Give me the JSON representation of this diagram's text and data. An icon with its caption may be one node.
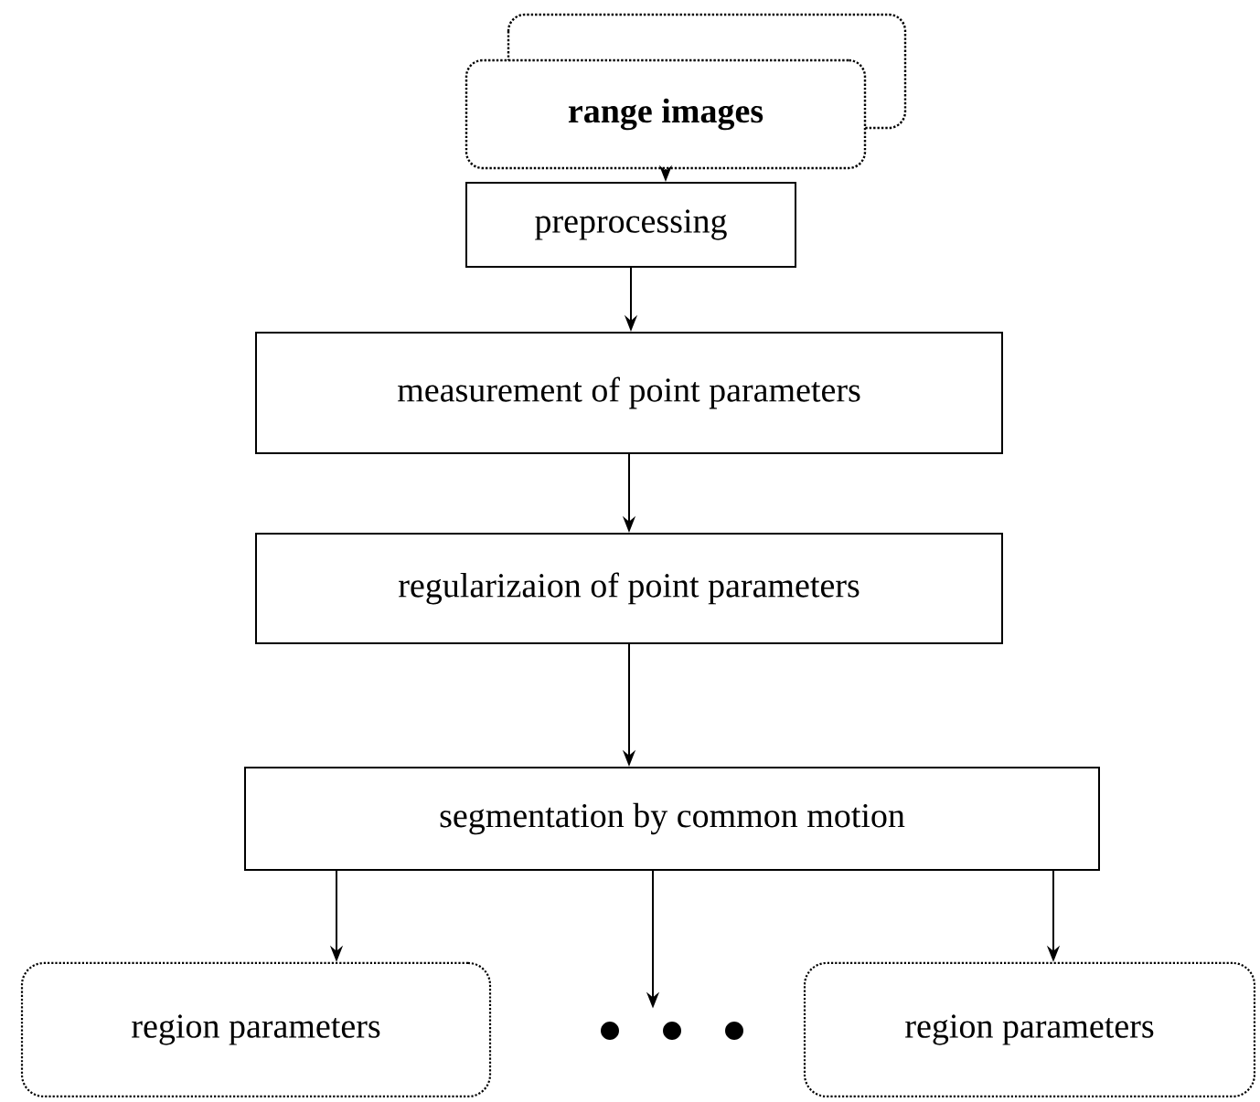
{
  "diagram": {
    "nodes": [
      {
        "text": [
          "range images"
        ]
      },
      {
        "text": [
          "preprocessing"
        ]
      },
      {
        "text": [
          "measurement of point parameters"
        ]
      },
      {
        "text": [
          "regularizaion of point parameters"
        ]
      },
      {
        "text": [
          "segmentation by common motion"
        ]
      },
      {
        "text": [
          "region parameters"
        ]
      },
      {
        "text": [],
        "shape": "dots"
      },
      {
        "text": [
          "region parameters"
        ]
      }
    ],
    "edges": [
      {
        "from": 0,
        "to": 1,
        "arrow": "to"
      },
      {
        "from": 1,
        "to": 2,
        "arrow": "to"
      },
      {
        "from": 2,
        "to": 3,
        "arrow": "to"
      },
      {
        "from": 3,
        "to": 4,
        "arrow": "to"
      },
      {
        "from": 4,
        "to": 5,
        "arrow": "to"
      },
      {
        "from": 4,
        "to": 6,
        "arrow": "to"
      },
      {
        "from": 4,
        "to": 7,
        "arrow": "to"
      }
    ]
  }
}
